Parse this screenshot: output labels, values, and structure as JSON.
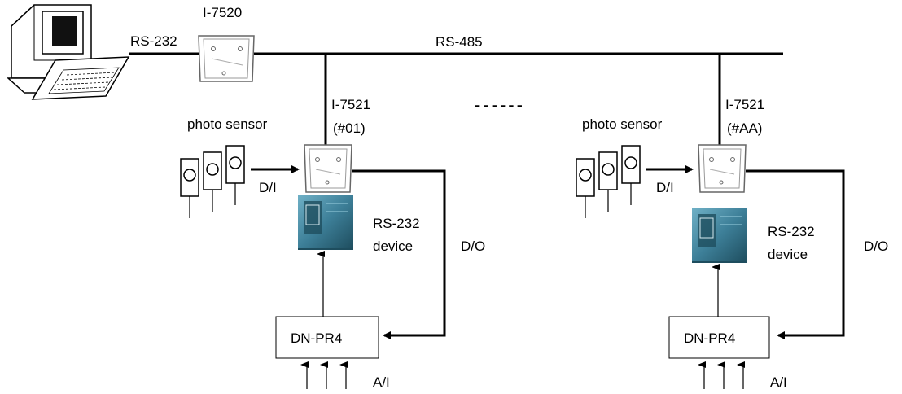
{
  "labels": {
    "host_link": "RS-232",
    "converter": "I-7520",
    "bus": "RS-485",
    "separator": "------",
    "node1_module": "I-7521",
    "node1_address": "(#01)",
    "node1_sensor": "photo sensor",
    "node1_di": "D/I",
    "node1_device_line1": "RS-232",
    "node1_device_line2": "device",
    "node1_do": "D/O",
    "node1_box": "DN-PR4",
    "node1_ai": "A/I",
    "node2_module": "I-7521",
    "node2_address": "(#AA)",
    "node2_sensor": "photo sensor",
    "node2_di": "D/I",
    "node2_device_line1": "RS-232",
    "node2_device_line2": "device",
    "node2_do": "D/O",
    "node2_box": "DN-PR4",
    "node2_ai": "A/I"
  },
  "icons": {
    "computer": "computer-icon",
    "converter": "converter-module-icon",
    "module": "io-module-icon",
    "sensor": "photo-sensor-icon",
    "device": "plc-device-icon"
  },
  "colors": {
    "line": "#000000",
    "device_body": "#3d7f98",
    "device_dark": "#1e4d5e"
  }
}
